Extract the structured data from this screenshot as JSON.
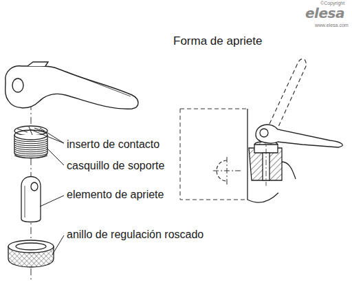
{
  "diagram": {
    "title": "Forma de apriete",
    "labels": [
      "inserto de contacto",
      "casquillo de soporte",
      "elemento de apriete",
      "anillo de regulación roscado",
      "©Copyright",
      "elesa",
      "www.elesa.com"
    ]
  }
}
